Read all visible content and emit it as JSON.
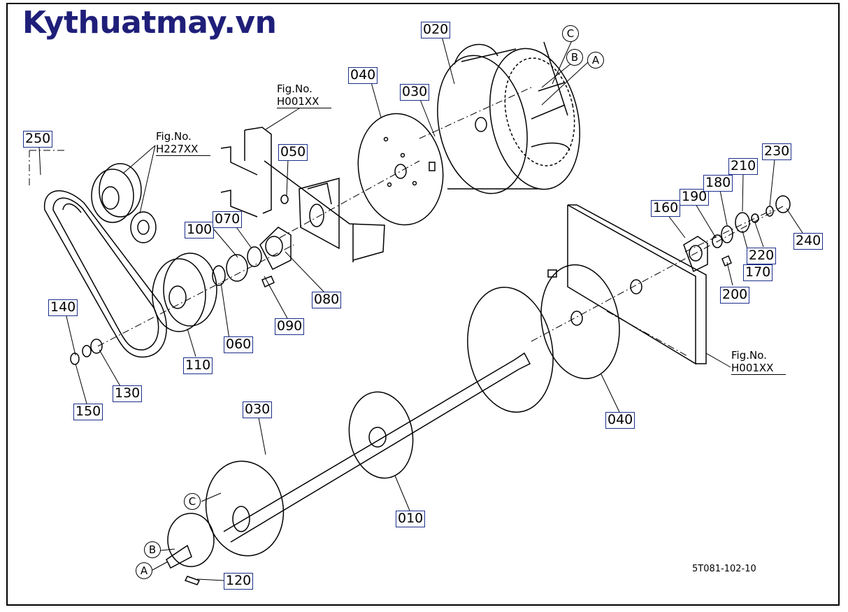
{
  "brand": "Kythuatmay.vn",
  "drawing_number": "5T081-102-10",
  "figure_refs": [
    {
      "label": "Fig.No.",
      "code": "H001XX"
    },
    {
      "label": "Fig.No.",
      "code": "H227XX"
    },
    {
      "label": "Fig.No.",
      "code": "H001XX"
    }
  ],
  "callouts": [
    "020",
    "040",
    "030",
    "250",
    "050",
    "100",
    "070",
    "140",
    "080",
    "090",
    "060",
    "110",
    "130",
    "150",
    "160",
    "190",
    "180",
    "210",
    "230",
    "220",
    "240",
    "170",
    "200",
    "040",
    "030",
    "010",
    "120"
  ],
  "letters": [
    "C",
    "B",
    "A",
    "C",
    "B",
    "A"
  ],
  "colors": {
    "brand": "#1f1f7a",
    "callout_border": "#1c2f8a",
    "line": "#000000"
  }
}
